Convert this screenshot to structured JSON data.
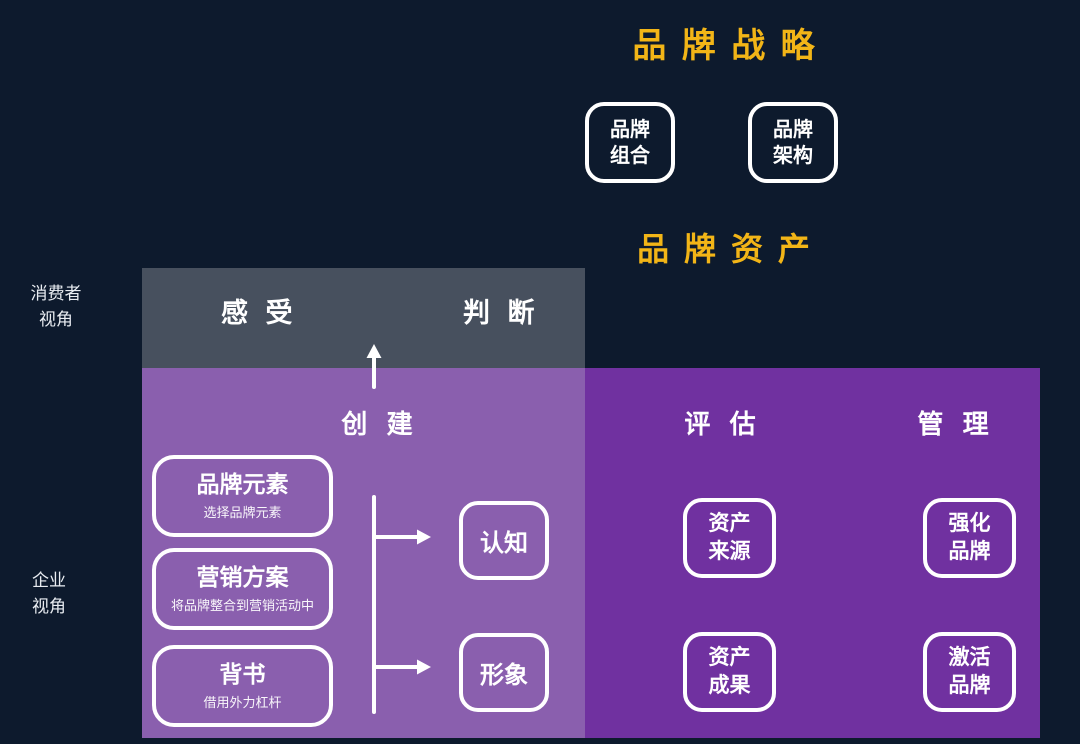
{
  "brand_strategy": {
    "title": "品 牌 战 略",
    "portfolio_label": "品牌\n组合",
    "architecture_label": "品牌\n架构"
  },
  "brand_equity": {
    "title": "品 牌 资 产"
  },
  "perspectives": {
    "consumer": "消费者\n视角",
    "enterprise": "企业\n视角"
  },
  "consumer_layer": {
    "feel": "感 受",
    "judge": "判 断"
  },
  "columns": {
    "create": {
      "header": "创 建",
      "steps": [
        {
          "title": "品牌元素",
          "subtitle": "选择品牌元素"
        },
        {
          "title": "营销方案",
          "subtitle": "将品牌整合到营销活动中"
        },
        {
          "title": "背书",
          "subtitle": "借用外力杠杆"
        }
      ],
      "outcomes": [
        {
          "label": "认知"
        },
        {
          "label": "形象"
        }
      ]
    },
    "evaluate": {
      "header": "评 估",
      "boxes": [
        {
          "label": "资产\n来源"
        },
        {
          "label": "资产\n成果"
        }
      ]
    },
    "manage": {
      "header": "管 理",
      "boxes": [
        {
          "label": "强化\n品牌"
        },
        {
          "label": "激活\n品牌"
        }
      ]
    }
  },
  "colors": {
    "background": "#0D1A2D",
    "accent_yellow": "#F2B517",
    "consumer_layer_gray": "#47505E",
    "create_purple": "#8A5FAE",
    "right_purple": "#7031A0",
    "box_border": "#FFFFFF"
  }
}
